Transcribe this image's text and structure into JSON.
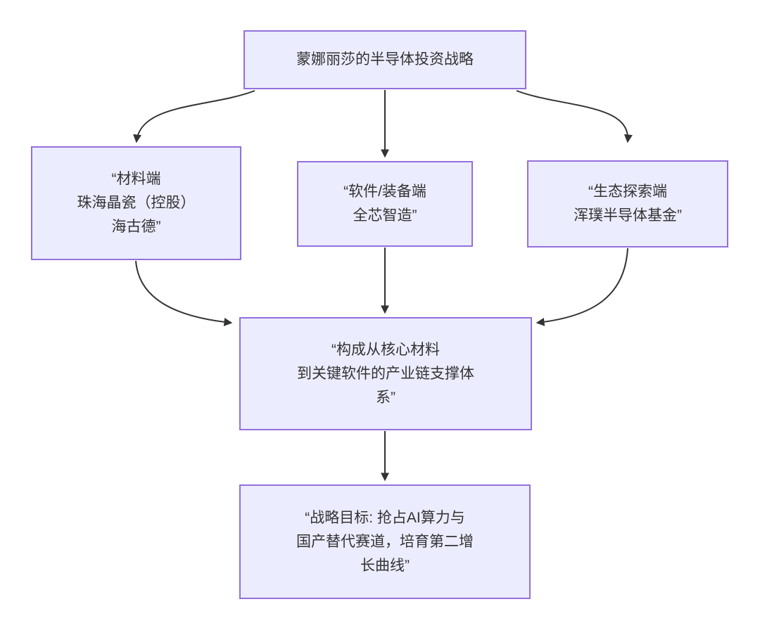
{
  "diagram": {
    "type": "flowchart",
    "direction": "top-down",
    "nodes": {
      "strategy": {
        "text": "蒙娜丽莎的半导体投资战略"
      },
      "materials": {
        "text": "“材料端\n珠海晶瓷（控股）\n海古德”"
      },
      "software": {
        "text": "“软件/装备端\n全芯智造”"
      },
      "ecosystem": {
        "text": "“生态探索端\n浑璞半导体基金”"
      },
      "chain": {
        "text": "“构成从核心材料\n到关键软件的产业链支撑体\n系”"
      },
      "goal": {
        "text": "“战略目标: 抢占AI算力与\n国产替代赛道，培育第二增\n长曲线”"
      }
    },
    "edges": [
      {
        "from": "strategy",
        "to": "materials",
        "style": "arrow"
      },
      {
        "from": "strategy",
        "to": "software",
        "style": "arrow"
      },
      {
        "from": "strategy",
        "to": "ecosystem",
        "style": "arrow"
      },
      {
        "from": "materials",
        "to": "chain",
        "style": "arrow"
      },
      {
        "from": "software",
        "to": "chain",
        "style": "arrow"
      },
      {
        "from": "ecosystem",
        "to": "chain",
        "style": "arrow"
      },
      {
        "from": "chain",
        "to": "goal",
        "style": "arrow"
      }
    ],
    "colors": {
      "node_fill": "#ECECFF",
      "node_border": "#9370DB",
      "edge": "#333333",
      "text": "#333333",
      "background": "#FFFFFF"
    }
  }
}
